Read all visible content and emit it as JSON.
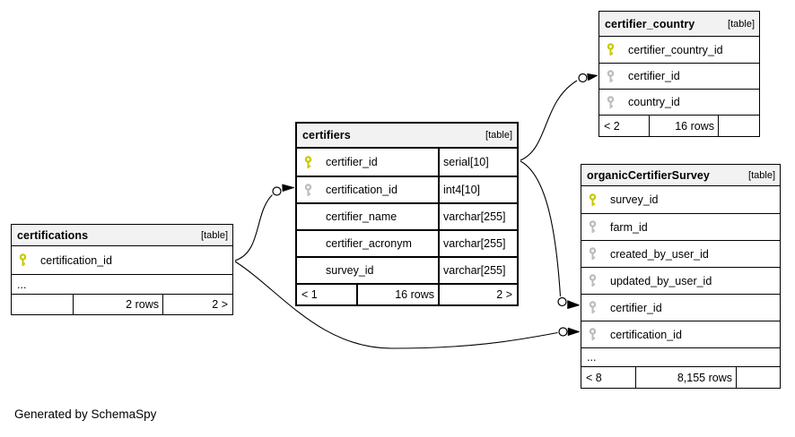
{
  "diagram": {
    "caption": "Generated by SchemaSpy",
    "colors": {
      "primary_key": "#c9c900",
      "foreign_key": "#bcbcbc",
      "header_bg": "#f2f2f2",
      "border": "#000000",
      "background": "#ffffff"
    },
    "tables": [
      {
        "id": "certifications",
        "name": "certifications",
        "tag": "[table]",
        "emphasized": false,
        "columns": [
          {
            "name": "certification_id",
            "key": "pk"
          }
        ],
        "ellipsis": "...",
        "footer": {
          "left": "",
          "middle": "2 rows",
          "right": "2 >"
        }
      },
      {
        "id": "certifiers",
        "name": "certifiers",
        "tag": "[table]",
        "emphasized": true,
        "columns": [
          {
            "name": "certifier_id",
            "type": "serial[10]",
            "key": "pk"
          },
          {
            "name": "certification_id",
            "type": "int4[10]",
            "key": "fk"
          },
          {
            "name": "certifier_name",
            "type": "varchar[255]",
            "key": null
          },
          {
            "name": "certifier_acronym",
            "type": "varchar[255]",
            "key": null
          },
          {
            "name": "survey_id",
            "type": "varchar[255]",
            "key": null
          }
        ],
        "ellipsis": null,
        "footer": {
          "left": "< 1",
          "middle": "16 rows",
          "right": "2 >"
        }
      },
      {
        "id": "certifier_country",
        "name": "certifier_country",
        "tag": "[table]",
        "emphasized": false,
        "columns": [
          {
            "name": "certifier_country_id",
            "key": "pk"
          },
          {
            "name": "certifier_id",
            "key": "fk"
          },
          {
            "name": "country_id",
            "key": "fk"
          }
        ],
        "ellipsis": null,
        "footer": {
          "left": "< 2",
          "middle": "16 rows",
          "right": ""
        }
      },
      {
        "id": "organicCertifierSurvey",
        "name": "organicCertifierSurvey",
        "tag": "[table]",
        "emphasized": false,
        "columns": [
          {
            "name": "survey_id",
            "key": "pk"
          },
          {
            "name": "farm_id",
            "key": "fk"
          },
          {
            "name": "created_by_user_id",
            "key": "fk"
          },
          {
            "name": "updated_by_user_id",
            "key": "fk"
          },
          {
            "name": "certifier_id",
            "key": "fk"
          },
          {
            "name": "certification_id",
            "key": "fk"
          }
        ],
        "ellipsis": "...",
        "footer": {
          "left": "< 8",
          "middle": "8,155 rows",
          "right": ""
        }
      }
    ],
    "relationships": [
      {
        "from": "certifiers.certifier_id",
        "to": "certifier_country.certifier_id"
      },
      {
        "from": "certifiers.certifier_id",
        "to": "organicCertifierSurvey.certifier_id"
      },
      {
        "from": "certifications.certification_id",
        "to": "certifiers.certification_id"
      },
      {
        "from": "certifications.certification_id",
        "to": "organicCertifierSurvey.certification_id"
      }
    ]
  }
}
